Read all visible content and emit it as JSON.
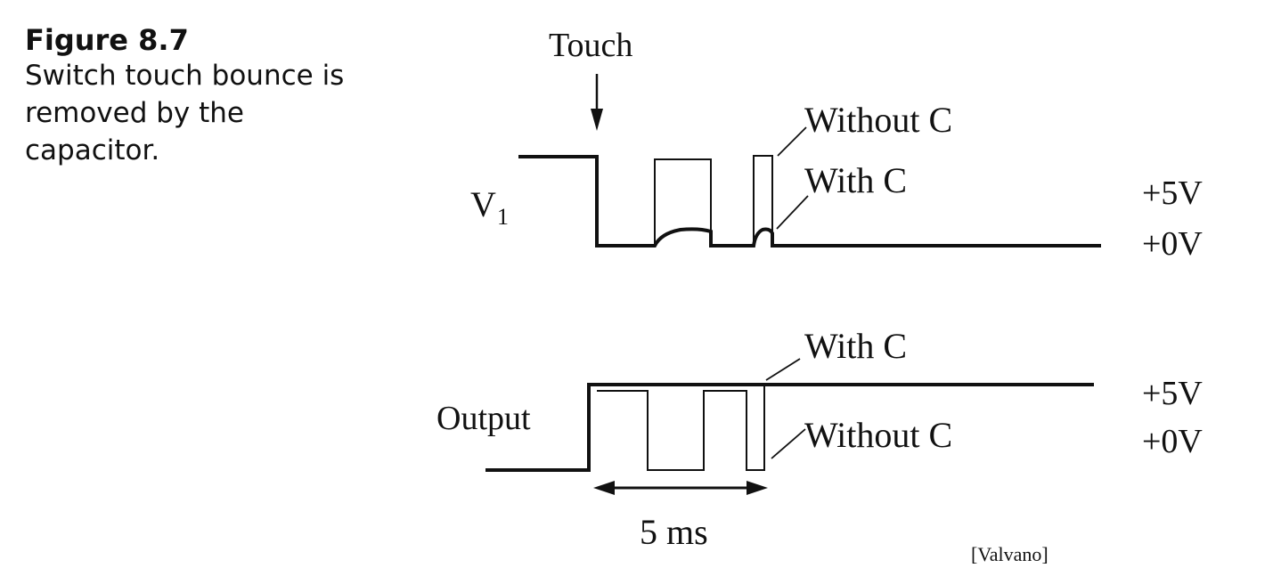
{
  "caption": {
    "title": "Figure 8.7",
    "lines": [
      "Switch touch bounce is",
      "removed by the",
      "capacitor."
    ]
  },
  "labels": {
    "touch": "Touch",
    "v1_main": "V",
    "v1_sub": "1",
    "output": "Output",
    "top_without_c": "Without C",
    "top_with_c": "With C",
    "bottom_with_c": "With C",
    "bottom_without_c": "Without C",
    "top_plus5": "+5V",
    "top_zero": "+0V",
    "bottom_plus5": "+5V",
    "bottom_zero": "+0V",
    "duration": "5 ms",
    "credit": "[Valvano]"
  },
  "colors": {
    "ink": "#111111",
    "background": "#ffffff"
  }
}
